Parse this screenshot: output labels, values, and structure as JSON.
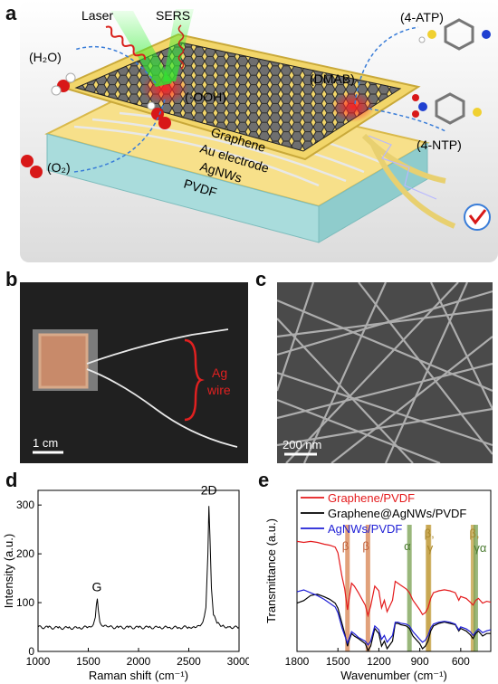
{
  "panels": {
    "a": {
      "letter": "a",
      "labels": {
        "laser": "Laser",
        "sers": "SERS",
        "h2o": "(H₂O)",
        "ooh": "(·OOH)",
        "o2": "(O₂)",
        "dmab": "(DMAB)",
        "atp": "(4-ATP)",
        "ntp": "(4-NTP)",
        "graphene": "Graphene",
        "au": "Au electrode",
        "agnws": "AgNWs",
        "pvdf": "PVDF"
      }
    },
    "b": {
      "letter": "b",
      "ag_wire": [
        "Ag",
        "wire"
      ],
      "scale_bar": "1 cm"
    },
    "c": {
      "letter": "c",
      "scale_bar": "200 nm"
    },
    "d": {
      "letter": "d"
    },
    "e": {
      "letter": "e"
    }
  },
  "colors": {
    "red_series": "#e41a1c",
    "black_series": "#000000",
    "blue_series": "#1f1fd6",
    "beta_band": "#d98a5a",
    "gamma_band": "#c6a44a",
    "alpha_band": "#7fa55a",
    "graphene_gray": "#4a4a4a",
    "substrate_cyan": "#a9dcdc",
    "gold": "#f0d46a"
  },
  "chart_data": [
    {
      "id": "d",
      "type": "line",
      "xlabel": "Raman shift (cm⁻¹)",
      "ylabel": "Intensity (a.u.)",
      "xlim": [
        1000,
        3000
      ],
      "ylim": [
        0,
        330
      ],
      "xticks": [
        1000,
        1500,
        2000,
        2500,
        3000
      ],
      "yticks": [
        0,
        100,
        200,
        300
      ],
      "annotations": [
        {
          "text": "G",
          "x": 1585,
          "y": 120
        },
        {
          "text": "2D",
          "x": 2700,
          "y": 318
        }
      ],
      "series": [
        {
          "x": [
            1000,
            1100,
            1200,
            1300,
            1400,
            1500,
            1550,
            1570,
            1580,
            1590,
            1600,
            1615,
            1640,
            1700,
            1800,
            1900,
            2000,
            2100,
            2200,
            2300,
            2400,
            2500,
            2550,
            2600,
            2640,
            2670,
            2690,
            2700,
            2710,
            2725,
            2745,
            2780,
            2830,
            2900,
            3000
          ],
          "y": [
            50,
            49,
            48,
            48,
            48,
            50,
            55,
            70,
            95,
            108,
            85,
            60,
            52,
            50,
            49,
            49,
            49,
            49,
            49,
            49,
            49,
            50,
            51,
            53,
            60,
            90,
            200,
            298,
            240,
            130,
            75,
            58,
            52,
            50,
            49
          ]
        }
      ]
    },
    {
      "id": "e",
      "type": "line",
      "xlabel": "Wavenumber (cm⁻¹)",
      "ylabel": "Transmittance (a.u.)",
      "xlim": [
        1800,
        380
      ],
      "xticks": [
        1800,
        1500,
        1200,
        900,
        600
      ],
      "legend": "top-right",
      "bands": [
        {
          "label": "β",
          "x": 1430,
          "kind": "beta"
        },
        {
          "label": "β",
          "x": 1280,
          "kind": "beta"
        },
        {
          "label": "α",
          "x": 976,
          "kind": "alpha"
        },
        {
          "label": "β,",
          "x": 840,
          "kind": "gamma"
        },
        {
          "label": "γ",
          "x": 833,
          "kind": "gamma"
        },
        {
          "label": "β,",
          "x": 510,
          "kind": "gamma"
        },
        {
          "label": "γα",
          "x": 490,
          "kind": "alpha"
        }
      ],
      "series": [
        {
          "name": "Graphene/PVDF",
          "color": "red",
          "x": [
            1800,
            1750,
            1700,
            1650,
            1600,
            1560,
            1520,
            1500,
            1470,
            1450,
            1430,
            1420,
            1400,
            1380,
            1350,
            1300,
            1280,
            1260,
            1230,
            1200,
            1180,
            1160,
            1140,
            1100,
            1080,
            1060,
            1040,
            1000,
            976,
            950,
            900,
            880,
            860,
            840,
            820,
            800,
            760,
            720,
            680,
            640,
            614,
            600,
            560,
            530,
            510,
            490,
            470,
            440,
            410,
            380
          ],
          "y": [
            92,
            91,
            92,
            91,
            89,
            88,
            86,
            80,
            55,
            42,
            20,
            30,
            48,
            45,
            38,
            25,
            14,
            24,
            45,
            40,
            22,
            30,
            18,
            30,
            50,
            48,
            46,
            42,
            38,
            30,
            20,
            15,
            17,
            22,
            32,
            38,
            40,
            41,
            40,
            38,
            30,
            34,
            32,
            28,
            25,
            30,
            32,
            27,
            29,
            28
          ]
        },
        {
          "name": "Graphene@AgNWs/PVDF",
          "color": "black",
          "x": [
            1800,
            1750,
            1700,
            1650,
            1600,
            1560,
            1520,
            1500,
            1470,
            1450,
            1430,
            1420,
            1400,
            1380,
            1350,
            1300,
            1280,
            1260,
            1230,
            1200,
            1180,
            1160,
            1140,
            1100,
            1080,
            1060,
            1040,
            1000,
            976,
            950,
            900,
            880,
            860,
            840,
            820,
            800,
            760,
            720,
            680,
            640,
            614,
            600,
            560,
            530,
            510,
            490,
            470,
            440,
            410,
            380
          ],
          "y": [
            46,
            48,
            52,
            53,
            51,
            49,
            46,
            42,
            30,
            22,
            12,
            16,
            22,
            20,
            18,
            14,
            8,
            12,
            26,
            22,
            12,
            16,
            10,
            16,
            30,
            30,
            29,
            28,
            26,
            20,
            14,
            10,
            12,
            16,
            24,
            28,
            30,
            31,
            30,
            29,
            24,
            26,
            24,
            21,
            18,
            22,
            24,
            20,
            22,
            22
          ]
        },
        {
          "name": "AgNWs/PVDF",
          "color": "blue",
          "x": [
            1800,
            1750,
            1700,
            1650,
            1600,
            1560,
            1520,
            1500,
            1470,
            1450,
            1430,
            1420,
            1400,
            1380,
            1350,
            1300,
            1280,
            1260,
            1230,
            1200,
            1180,
            1160,
            1140,
            1100,
            1080,
            1060,
            1040,
            1000,
            976,
            950,
            900,
            880,
            860,
            840,
            820,
            800,
            760,
            720,
            680,
            640,
            614,
            600,
            560,
            530,
            510,
            490,
            470,
            440,
            410,
            380
          ],
          "y": [
            58,
            60,
            57,
            54,
            50,
            46,
            42,
            36,
            20,
            12,
            4,
            8,
            16,
            14,
            10,
            6,
            2,
            6,
            22,
            18,
            8,
            12,
            5,
            12,
            26,
            26,
            25,
            24,
            22,
            16,
            8,
            5,
            7,
            12,
            20,
            24,
            26,
            27,
            26,
            24,
            18,
            21,
            19,
            16,
            12,
            16,
            19,
            15,
            17,
            18
          ]
        }
      ]
    }
  ]
}
